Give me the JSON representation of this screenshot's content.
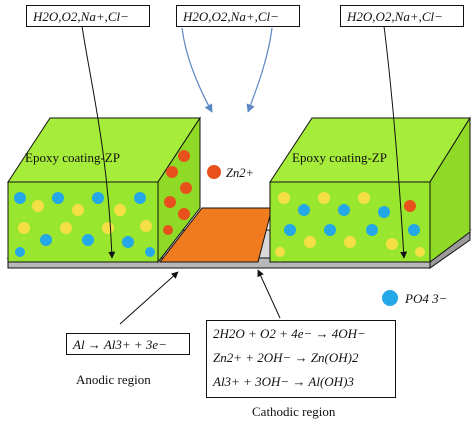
{
  "top_labels": [
    {
      "text": "H2O,O2,Na+,Cl−"
    },
    {
      "text": "H2O,O2,Na+,Cl−"
    },
    {
      "text": "H2O,O2,Na+,Cl−"
    }
  ],
  "coating_left": "Epoxy coating-ZP",
  "coating_right": "Epoxy coating-ZP",
  "zn_ion": "Zn2+",
  "phosphate_legend": "PO4 3−",
  "anodic_equation": "Al → Al3+ + 3e−",
  "cathodic_equations": [
    "2H2O + O2 + 4e− → 4OH−",
    "Zn2+ + 2OH− → Zn(OH)2",
    "Al3+ + 3OH− → Al(OH)3"
  ],
  "anodic_region": "Anodic region",
  "cathodic_region": "Cathodic region",
  "colors": {
    "coating": "#99e62e",
    "coating_shadow": "#7fc21f",
    "defect": "#f07a1e",
    "zinc": "#e8511c",
    "phosphate": "#25a8e8",
    "yellow": "#f4e046",
    "substrate": "#c8c8c8"
  }
}
